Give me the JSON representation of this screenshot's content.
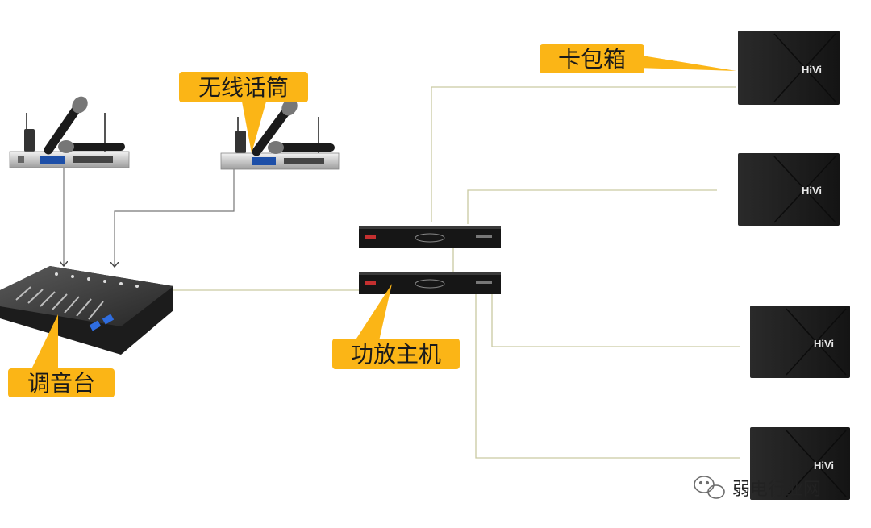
{
  "labels": {
    "speaker_box": "卡包箱",
    "wireless_mic": "无线话筒",
    "mixer": "调音台",
    "amplifier": "功放主机"
  },
  "speakers": [
    {
      "brand": "HiVi"
    },
    {
      "brand": "HiVi"
    },
    {
      "brand": "HiVi"
    },
    {
      "brand": "HiVi"
    }
  ],
  "watermark": {
    "text": "弱电行业网",
    "icon": "wechat-icon"
  },
  "colors": {
    "callout_bg": "#fbb516",
    "wire": "#c9c9a2",
    "wire_arrow": "#555555",
    "speaker_body": "#1f1f1f",
    "rack_body": "#161616"
  }
}
